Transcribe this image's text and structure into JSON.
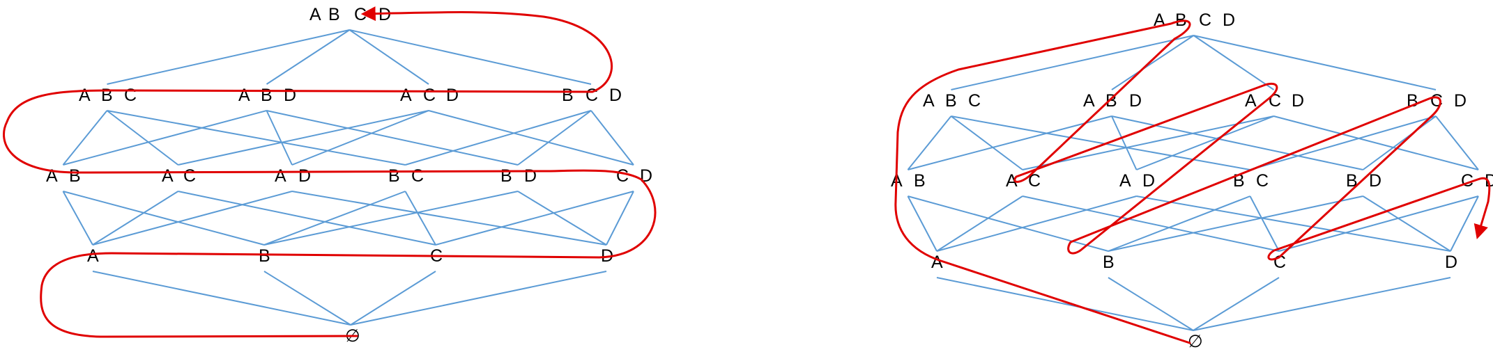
{
  "diagrams": [
    {
      "name": "left-lattice",
      "nodes": [
        {
          "id": "ABCD",
          "letters": [
            "A",
            "B",
            "C",
            "D"
          ]
        },
        {
          "id": "ABC",
          "letters": [
            "A",
            "B",
            "C"
          ]
        },
        {
          "id": "ABD",
          "letters": [
            "A",
            "B",
            "D"
          ]
        },
        {
          "id": "ACD",
          "letters": [
            "A",
            "C",
            "D"
          ]
        },
        {
          "id": "BCD",
          "letters": [
            "B",
            "C",
            "D"
          ]
        },
        {
          "id": "AB",
          "letters": [
            "A",
            "B"
          ]
        },
        {
          "id": "AC",
          "letters": [
            "A",
            "C"
          ]
        },
        {
          "id": "AD",
          "letters": [
            "A",
            "D"
          ]
        },
        {
          "id": "BC",
          "letters": [
            "B",
            "C"
          ]
        },
        {
          "id": "BD",
          "letters": [
            "B",
            "D"
          ]
        },
        {
          "id": "CD",
          "letters": [
            "C",
            "D"
          ]
        },
        {
          "id": "A",
          "letters": [
            "A"
          ]
        },
        {
          "id": "B",
          "letters": [
            "B"
          ]
        },
        {
          "id": "C",
          "letters": [
            "C"
          ]
        },
        {
          "id": "D",
          "letters": [
            "D"
          ]
        },
        {
          "id": "EMPTY",
          "letters": [
            "∅"
          ]
        }
      ],
      "path_color": "#e00000"
    },
    {
      "name": "right-lattice",
      "nodes": [
        {
          "id": "ABCD",
          "letters": [
            "A",
            "B",
            "C",
            "D"
          ]
        },
        {
          "id": "ABC",
          "letters": [
            "A",
            "B",
            "C"
          ]
        },
        {
          "id": "ABD",
          "letters": [
            "A",
            "B",
            "D"
          ]
        },
        {
          "id": "ACD",
          "letters": [
            "A",
            "C",
            "D"
          ]
        },
        {
          "id": "BCD",
          "letters": [
            "B",
            "C",
            "D"
          ]
        },
        {
          "id": "AB",
          "letters": [
            "A",
            "B"
          ]
        },
        {
          "id": "AC",
          "letters": [
            "A",
            "C"
          ]
        },
        {
          "id": "AD",
          "letters": [
            "A",
            "D"
          ]
        },
        {
          "id": "BC",
          "letters": [
            "B",
            "C"
          ]
        },
        {
          "id": "BD",
          "letters": [
            "B",
            "D"
          ]
        },
        {
          "id": "CD",
          "letters": [
            "C",
            "D"
          ]
        },
        {
          "id": "A",
          "letters": [
            "A"
          ]
        },
        {
          "id": "B",
          "letters": [
            "B"
          ]
        },
        {
          "id": "C",
          "letters": [
            "C"
          ]
        },
        {
          "id": "D",
          "letters": [
            "D"
          ]
        },
        {
          "id": "EMPTY",
          "letters": [
            "∅"
          ]
        }
      ],
      "path_color": "#e00000"
    }
  ],
  "colors": {
    "edge": "#5b9bd5",
    "path": "#e00000",
    "text": "#000000",
    "background": "#ffffff"
  }
}
